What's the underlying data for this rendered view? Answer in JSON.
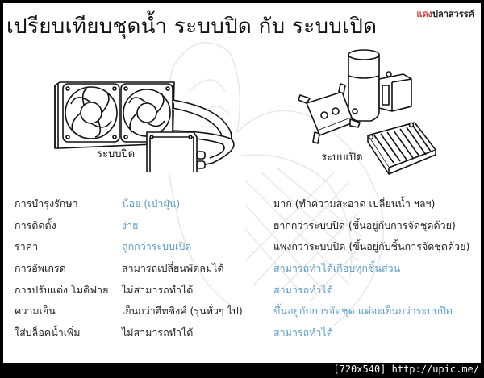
{
  "title": "เปรียบเทียบชุดน้ำ ระบบปิด กับ ระบบเปิด",
  "brand": {
    "part1": "แดง",
    "part2": "ปลาสวรรค์"
  },
  "illustrations": {
    "closed": {
      "caption": "ระบบปิด",
      "icon": "aio-liquid-cooler-illustration"
    },
    "open": {
      "caption": "ระบบเปิด",
      "icon": "custom-loop-parts-illustration"
    }
  },
  "colors": {
    "dark_text": "#222222",
    "blue_text": "#5b9ec6",
    "brand_red": "#d43a3a"
  },
  "comparison": {
    "rows": [
      {
        "label": "การบำรุงรักษา",
        "closed": "น้อย (เป่าฝุ่น)",
        "closed_color": "blue",
        "open": "มาก (ทำความสะอาด เปลี่ยนน้ำ ฯลฯ)",
        "open_color": "dark"
      },
      {
        "label": "การติดตั้ง",
        "closed": "ง่าย",
        "closed_color": "blue",
        "open": "ยากกว่าระบบปิด (ขึ้นอยู่กับการจัดชุดด้วย)",
        "open_color": "dark"
      },
      {
        "label": "ราคา",
        "closed": "ถูกกว่าระบบเปิด",
        "closed_color": "blue",
        "open": "แพงกว่าระบบปิด (ขึ้นอยู่กับชิ้นการจัดชุดด้วย)",
        "open_color": "dark"
      },
      {
        "label": "การอัพเกรด",
        "closed": "สามารถเปลี่ยนพัดลมได้",
        "closed_color": "dark",
        "open": "สามารถทำได้เกือบทุกชิ้นส่วน",
        "open_color": "blue"
      },
      {
        "label": "การปรับแต่ง โมดิฟาย",
        "closed": "ไม่สามารถทำได้",
        "closed_color": "dark",
        "open": "สามารถทำได้",
        "open_color": "blue"
      },
      {
        "label": "ความเย็น",
        "closed": "เย็นกว่าฮีทซิงค์ (รุ่นทั่วๆ ไป)",
        "closed_color": "dark",
        "open": "ขึ้นอยู่กับการจัดชุด แต่จะเย็นกว่าระบบปิด",
        "open_color": "blue"
      },
      {
        "label": "ใส่บล็อคน้ำเพิ่ม",
        "closed": "ไม่สามารถทำได้",
        "closed_color": "dark",
        "open": "สามารถทำได้",
        "open_color": "blue"
      }
    ]
  },
  "footer": {
    "text": "[720x540] http://upic.me/"
  }
}
